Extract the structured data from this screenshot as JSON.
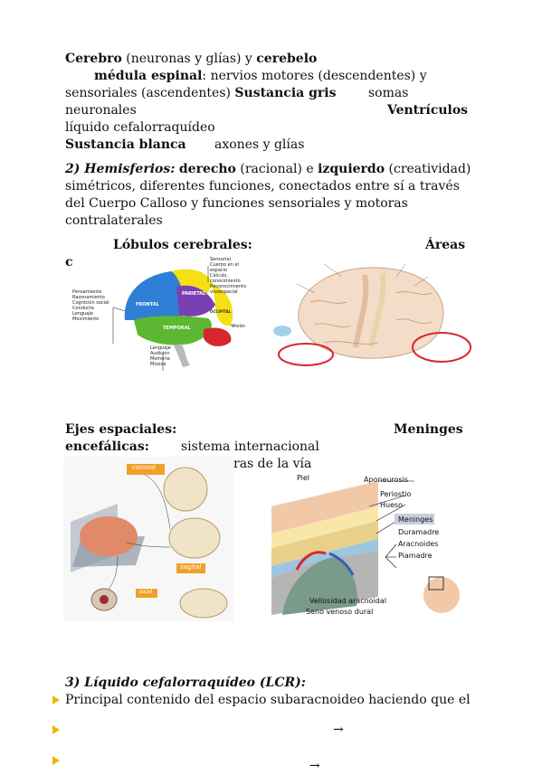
{
  "intro": {
    "line1": {
      "b1": "Cerebro",
      "t1": " (neuronas y glías) y ",
      "b2": "cerebelo"
    },
    "line2": {
      "b1": "médula espinal",
      "t1": ": nervios motores (descendentes) y"
    },
    "line3": {
      "t1": "sensoriales (ascendentes) ",
      "b1": "Sustancia gris",
      "t2": "somas"
    },
    "line4": {
      "t1": "neuronales",
      "b1": "Ventrículos"
    },
    "line5": {
      "t1": "líquido cefalorraquídeo"
    },
    "line6": {
      "b1": "Sustancia blanca",
      "t1": "axones y glías"
    }
  },
  "hemisferios": {
    "num": "2) ",
    "title": "Hemisferios:",
    "b1": "derecho",
    "t1": " (racional) e ",
    "b2": "izquierdo",
    "t2": " (creatividad)",
    "line2": "simétricos, diferentes funciones, conectados entre sí a través",
    "line3": "del Cuerpo Calloso y funciones sensoriales y motoras",
    "line4": "contralaterales"
  },
  "lobulos": {
    "title": "Lóbulos cerebrales:",
    "right": "Áreas",
    "frag": "c"
  },
  "brain_fig": {
    "frontal": "FRONTAL",
    "parietal": "PARIETAL",
    "occipital": "OCCIPITAL",
    "temporal": "TEMPORAL",
    "left_labels": [
      "Pensamiento",
      "Razonamiento",
      "Cognición social",
      "Conducta",
      "Lenguaje",
      "Movimiento"
    ],
    "top_labels": [
      "Sensorial",
      "Cuerpo en el espacio",
      "Cálculo, conocimiento",
      "Reconocimiento visoespacial"
    ],
    "bottom_labels": [
      "Lenguaje",
      "Audición",
      "Memoria",
      "Música"
    ],
    "right_label": "Visión"
  },
  "ejes": {
    "title": "Ejes espaciales:",
    "right": "Meninges",
    "b2": "encefálicas:",
    "t1": "sistema internacional",
    "t2": "ras de la vía"
  },
  "meninges_fig": {
    "labels": [
      "Piel",
      "Aponeurosis",
      "Periostio",
      "Hueso",
      "Meninges",
      "Duramadre",
      "Aracnoides",
      "Piamadre",
      "Vellosidad aracnoidal",
      "Seno venoso dural"
    ]
  },
  "planes_fig": {
    "coronal": "coronal",
    "sagital": "sagital",
    "axial": "axial"
  },
  "lcr": {
    "title": "3) Líquido cefalorraquídeo (LCR):",
    "line1": "Principal contenido del espacio subaracnoideo haciendo que el",
    "arrow1": "→",
    "arrow2": "→"
  },
  "colors": {
    "bullet": "#f2b705",
    "frontal": "#2f7fd6",
    "parietal": "#7a3fb0",
    "occipital": "#f4e014",
    "temporal": "#5cb832",
    "cerebellum": "#d7262e"
  }
}
